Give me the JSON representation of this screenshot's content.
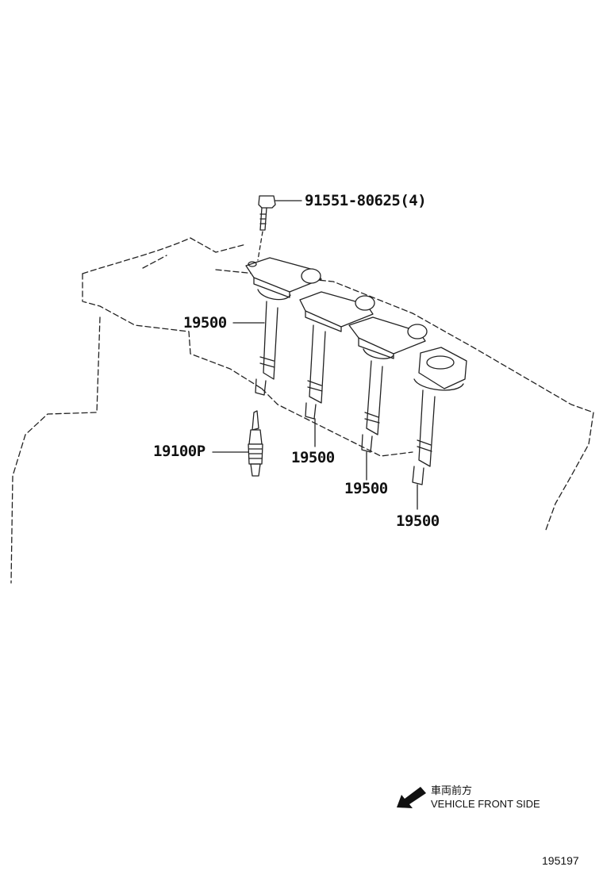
{
  "diagram": {
    "part_labels": {
      "bolt": "91551-80625(4)",
      "coil_1": "19500",
      "coil_2": "19500",
      "coil_3": "19500",
      "coil_4": "19500",
      "spark_plug": "19100P"
    },
    "direction_note": {
      "japanese": "車両前方",
      "english": "VEHICLE FRONT SIDE",
      "icon": "front-direction-arrow-icon"
    },
    "figure_id": "195197"
  }
}
